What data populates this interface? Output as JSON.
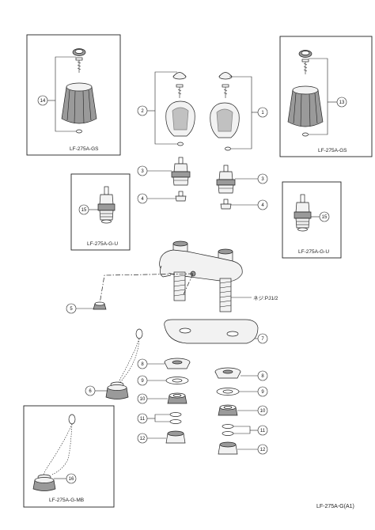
{
  "box_labels": {
    "top_left": "LF-275A-GS",
    "top_right": "LF-275A-GS",
    "mid_left": "LF-275A-G-U",
    "mid_right": "LF-275A-G-U",
    "bottom_left": "LF-275A-G-MB"
  },
  "thread_label": "ネジ:PJ1/2",
  "page_code": "LF-275A-G(A1)",
  "callouts": {
    "c1": "1",
    "c2": "2",
    "c3a": "3",
    "c3b": "3",
    "c4a": "4",
    "c4b": "4",
    "c5": "5",
    "c6": "6",
    "c7": "7",
    "c8a": "8",
    "c8b": "8",
    "c9a": "9",
    "c9b": "9",
    "c10a": "10",
    "c10b": "10",
    "c11a": "11",
    "c11b": "11",
    "c12a": "12",
    "c12b": "12",
    "c13": "13",
    "c14": "14",
    "c15a": "15",
    "c15b": "15",
    "c16": "16"
  }
}
